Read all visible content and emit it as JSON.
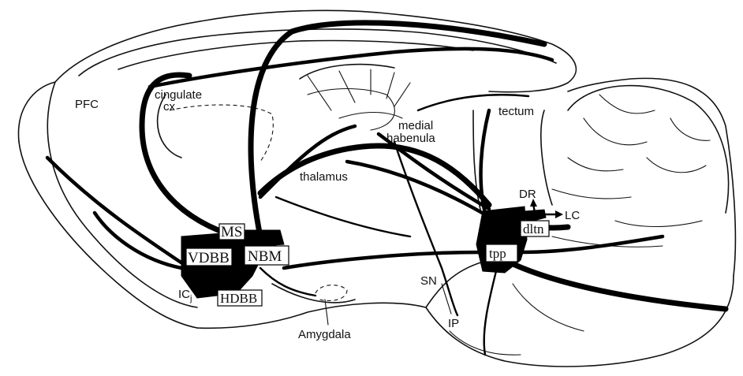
{
  "labels": {
    "pfc": "PFC",
    "cingulate": "cingulate",
    "cx": "cx",
    "tectum": "tectum",
    "medial": "medial",
    "habenula": "habenula",
    "thalamus": "thalamus",
    "dr": "DR",
    "lc": "LC",
    "dltn": "dltn",
    "tpp": "tpp",
    "ms": "MS",
    "vdbb": "VDBB",
    "nbm": "NBM",
    "hdbb": "HDBB",
    "icj": "IC",
    "icj_sub": "j",
    "sn": "SN",
    "ip": "IP",
    "amygdala": "Amygdala"
  },
  "colors": {
    "ink": "#000000",
    "paper": "#ffffff"
  }
}
